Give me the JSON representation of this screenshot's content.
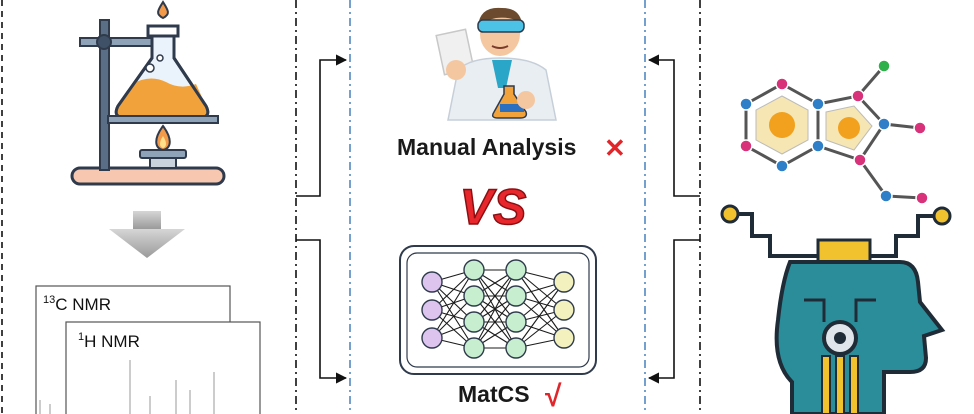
{
  "labels": {
    "manual_analysis": "Manual Analysis",
    "vs": "VS",
    "matcs": "MatCS",
    "c13_sup": "13",
    "c13_rest": "C NMR",
    "h1_sup": "1",
    "h1_rest": "H NMR"
  },
  "marks": {
    "cross": "✕",
    "check": "√"
  },
  "colors": {
    "cross": "#e0262b",
    "check": "#e0262b",
    "vs_red": "#e8272c",
    "divider_blue": "#3a78b8",
    "teal_head": "#2b8c9a",
    "gold": "#f2c12e",
    "flask_orange": "#f2a23b"
  },
  "icons": {
    "lab_setup": "lab-flask-stand-icon",
    "scientist": "scientist-icon",
    "molecule": "molecule-network-icon",
    "ai_head": "ai-head-icon",
    "neural_net": "neural-network-icon",
    "down_arrow": "down-arrow-icon"
  }
}
